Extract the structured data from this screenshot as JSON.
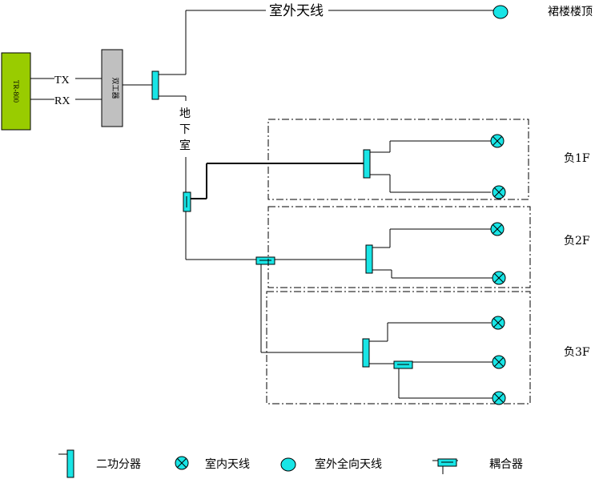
{
  "repeater": {
    "label": "TR-800",
    "color": "#99cc00"
  },
  "duplexer": {
    "label": "双工器",
    "color": "#c0c0c0"
  },
  "tx_label": "TX",
  "rx_label": "RX",
  "outdoor": {
    "line_label": "室外天线",
    "location": "裙楼楼顶"
  },
  "basement_label": [
    "地",
    "下",
    "室"
  ],
  "floors": [
    "负1F",
    "负2F",
    "负3F"
  ],
  "legend": {
    "splitter": "二功分器",
    "indoor_antenna": "室内天线",
    "outdoor_omni_antenna": "室外全向天线",
    "coupler": "耦合器"
  },
  "component_color": "#19e5e6"
}
